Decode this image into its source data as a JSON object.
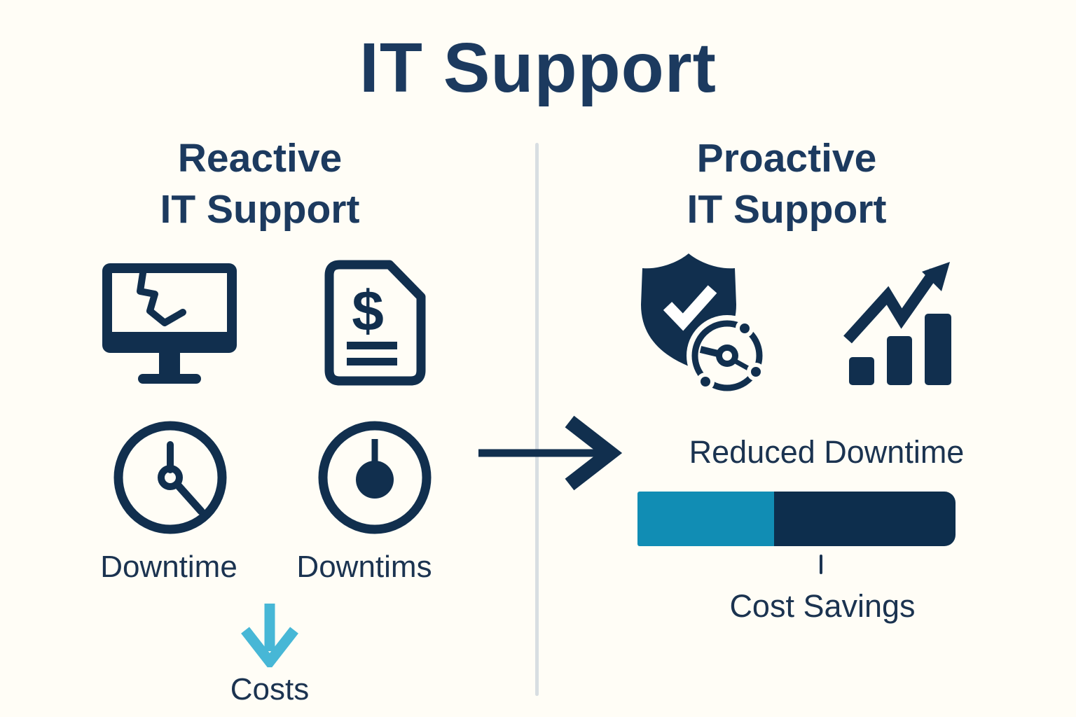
{
  "title": "IT Support",
  "left": {
    "heading_line1": "Reactive",
    "heading_line2": "IT Support",
    "downtime_label_1": "Downtime",
    "downtime_label_2": "Downtims",
    "costs_label": "Costs",
    "invoice_dollar": "$",
    "icons": [
      "broken-monitor",
      "invoice-dollar",
      "clock",
      "timer-clock",
      "down-arrow"
    ]
  },
  "right": {
    "heading_line1": "Proactive",
    "heading_line2": "IT Support",
    "reduced_downtime_label": "Reduced Downtime",
    "cost_savings_label": "Cost Savings",
    "savings_bar": {
      "teal_width": "43%"
    },
    "icons": [
      "shield-check",
      "network-hub",
      "growth-chart"
    ]
  },
  "middle": {
    "icons": [
      "right-arrow"
    ]
  },
  "colors": {
    "navy_icon": "#112F4E",
    "navy_heading": "#1C3A5F",
    "navy_text": "#1B3350",
    "cyan_arrow": "#47B7D6",
    "bar_teal": "#118DB4",
    "bar_dark": "#0D2E4D",
    "divider": "#D8DEE2",
    "background": "#FFFDF6"
  }
}
